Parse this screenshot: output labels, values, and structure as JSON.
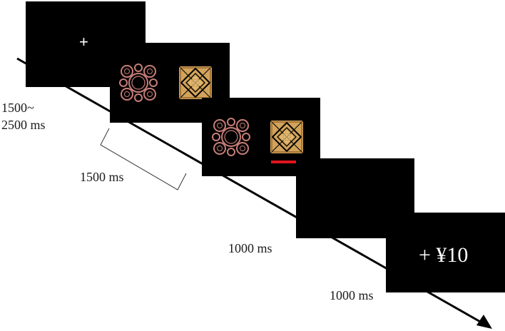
{
  "timeline": {
    "fixation_symbol": "+",
    "reward_text": "+ ¥10",
    "labels": {
      "fixation_duration": [
        "1500~",
        "2500 ms"
      ],
      "choice_duration": "1500 ms",
      "selection_duration": "1000 ms",
      "feedback_duration": "1000 ms"
    }
  },
  "icons": {
    "left_stimulus": "fractal-ring-icon",
    "right_stimulus": "fractal-square-icon",
    "selection_marker": "selection-underline"
  },
  "colors": {
    "screen": "#000000",
    "ring_stimulus": "#c87e78",
    "square_stimulus": "#d2a35b",
    "selection_marker": "#e0141e",
    "arrow": "#000000"
  }
}
